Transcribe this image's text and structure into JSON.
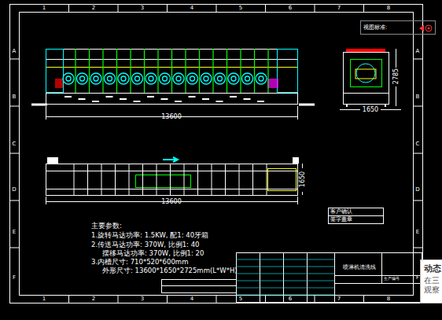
{
  "diagram": {
    "nodes": [
      {
        "text": [
          "视图标准:"
        ]
      },
      {
        "text": [
          "动态",
          "在三 观察"
        ]
      }
    ],
    "edges": [],
    "labels": [
      "A",
      "B",
      "C",
      "D",
      "E",
      "F",
      "A",
      "B",
      "C",
      "D",
      "E",
      "F",
      "1",
      "2",
      "3",
      "4",
      "5",
      "6",
      "7",
      "8",
      "1",
      "2",
      "3",
      "4",
      "5",
      "6",
      "7",
      "8",
      "13600",
      "2785",
      "1650",
      "13600",
      "1650",
      "主要参数:",
      "1.旋转马达功率: 1.5KW, 配1: 40牙箱",
      "2.传送马达功率: 370W, 比例1: 40",
      "摆移马达功率: 370W, 比例1: 20",
      "3.内槽尺寸: 710*520*600mm",
      "外形尺寸: 13600*1650*2725mm(L*W*H)",
      "客户确认",
      "签字盖章",
      "喷淋机清洗线",
      "生产编号"
    ]
  }
}
